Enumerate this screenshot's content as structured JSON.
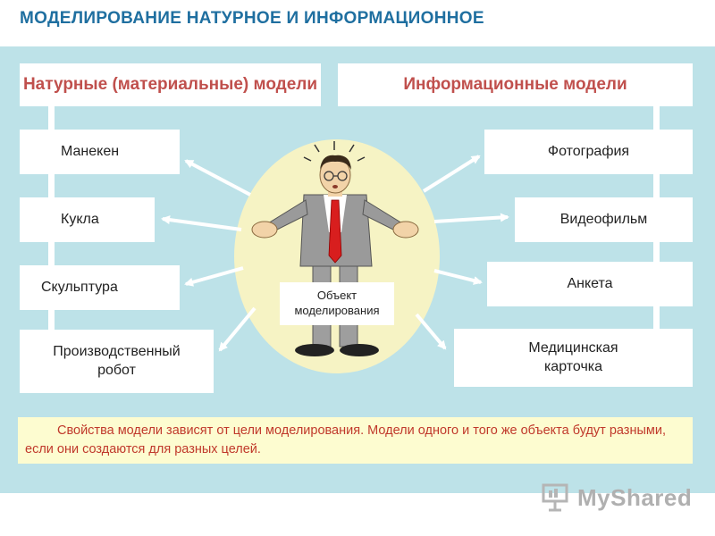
{
  "title": "МОДЕЛИРОВАНИЕ НАТУРНОЕ И ИНФОРМАЦИОННОЕ",
  "headers": {
    "natural": "Натурные (материальные) модели",
    "info": "Информационные модели"
  },
  "natural_items": [
    "Манекен",
    "Кукла",
    "Скульптура",
    "Производственный робот"
  ],
  "info_items": [
    "Фотография",
    "Видеофильм",
    "Анкета",
    "Медицинская карточка"
  ],
  "center_label": "Объект моделирования",
  "note": "Свойства модели зависят от цели моделирования. Модели одного и того же объекта будут разными, если они создаются для разных целей.",
  "logo_text": "MyShared",
  "colors": {
    "title": "#1f6fa0",
    "header_text": "#c0504d",
    "panel": "#bde2e8",
    "oval": "#f6f3c4",
    "note_bg": "#fdfcd0",
    "note_text": "#c0392b"
  }
}
